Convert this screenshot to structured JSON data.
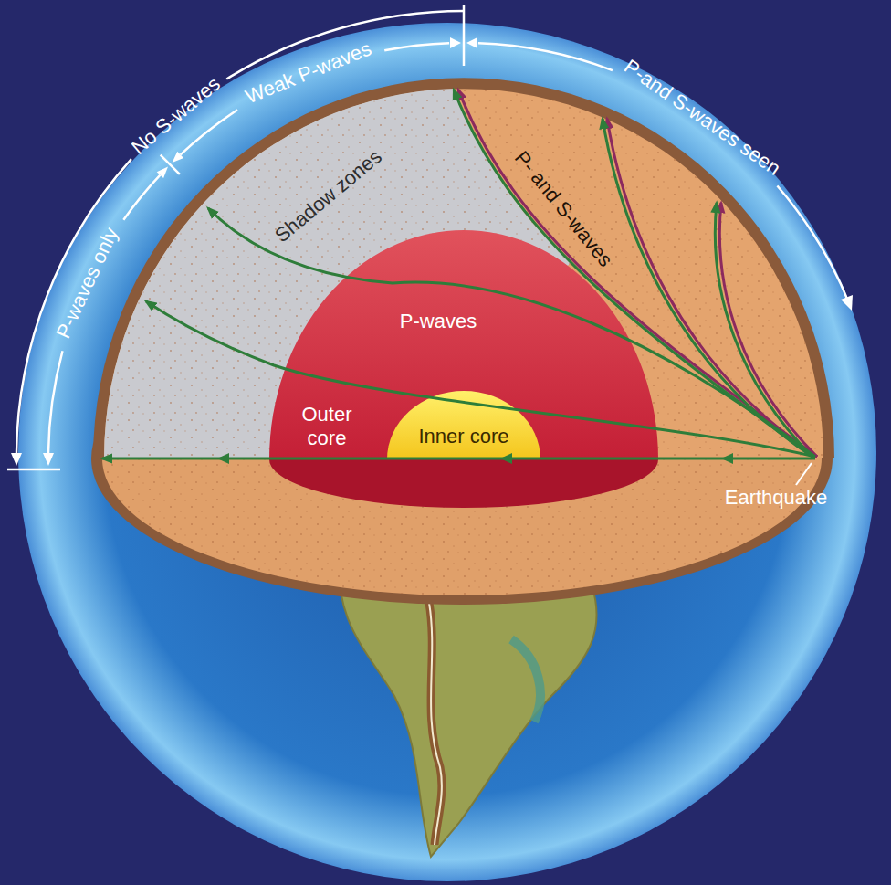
{
  "diagram": {
    "nodes": [
      {
        "text": [
          "Shadow zones"
        ]
      },
      {
        "text": [
          "Outer core"
        ]
      },
      {
        "text": [
          "Inner core"
        ],
        "in": 1
      }
    ],
    "labels": [
      "P-and S-waves seen",
      "Weak P-waves",
      "No S-waves",
      "P-waves only",
      "P-waves",
      "P- and S-waves",
      "Earthquake"
    ]
  }
}
